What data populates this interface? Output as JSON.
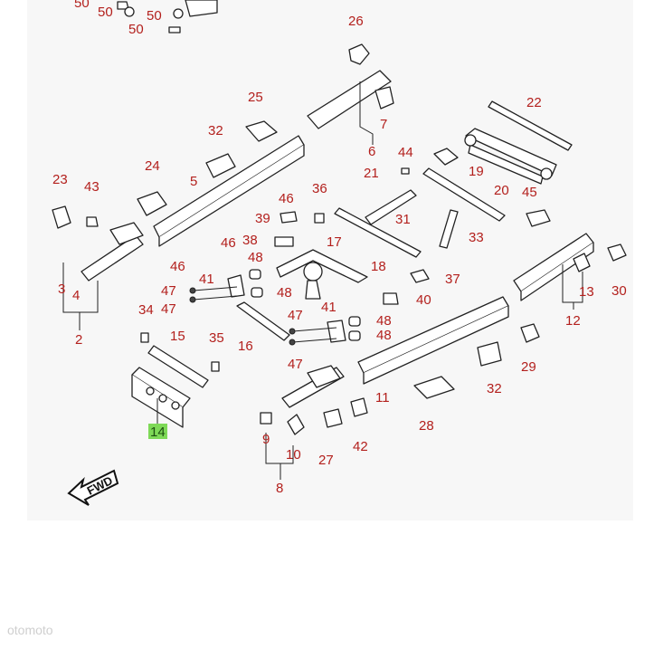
{
  "diagram": {
    "fwd_label": "FWD",
    "highlighted_part": "14",
    "colors": {
      "label": "#b3201d",
      "highlight": "#7ed957",
      "line": "#222222",
      "panel": "#f7f7f7"
    },
    "labels": {
      "l50a": "50",
      "l50b": "50",
      "l50c": "50",
      "l50d": "50",
      "l26": "26",
      "l25": "25",
      "l22": "22",
      "l7": "7",
      "l6": "6",
      "l32a": "32",
      "l44": "44",
      "l24": "24",
      "l5": "5",
      "l21": "21",
      "l19": "19",
      "l20": "20",
      "l23": "23",
      "l43": "43",
      "l46a": "46",
      "l36": "36",
      "l45": "45",
      "l39": "39",
      "l31": "31",
      "l33": "33",
      "l46b": "46",
      "l38": "38",
      "l17": "17",
      "l46c": "46",
      "l48a": "48",
      "l18": "18",
      "l37": "37",
      "l41a": "41",
      "l3": "3",
      "l4": "4",
      "l47a": "47",
      "l48b": "48",
      "l47b": "47",
      "l40": "40",
      "l13": "13",
      "l30": "30",
      "l34": "34",
      "l47c": "47",
      "l41b": "41",
      "l48c": "48",
      "l2": "2",
      "l12": "12",
      "l16": "16",
      "l15": "15",
      "l35": "35",
      "l48d": "48",
      "l47d": "47",
      "l29": "29",
      "l11": "11",
      "l32b": "32",
      "l14": "14",
      "l28": "28",
      "l9": "9",
      "l10": "10",
      "l42": "42",
      "l27": "27",
      "l8": "8"
    },
    "watermark": "otomoto"
  }
}
